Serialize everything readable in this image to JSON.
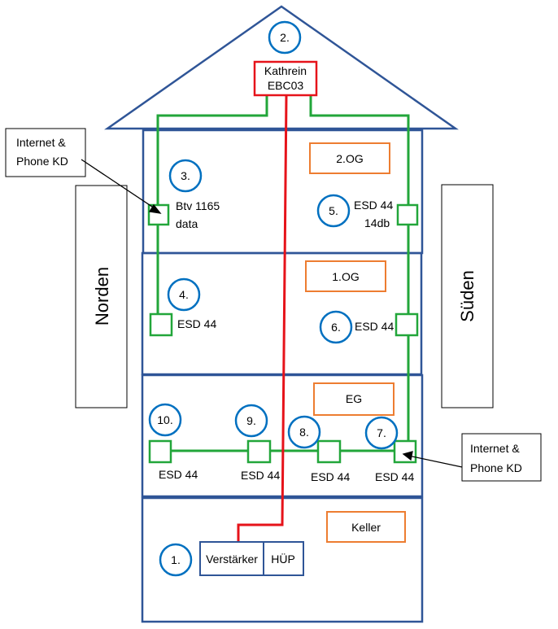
{
  "title": "",
  "colors": {
    "wall": "#2f5597",
    "roof": "#2f5597",
    "floor_box": "#ed7d31",
    "marker": "#0070c0",
    "cable_green": "#22a63a",
    "cable_red": "#e6131a",
    "kathrein_box": "#e6131a"
  },
  "roof_device": {
    "line1": "Kathrein",
    "line2": "EBC03"
  },
  "floors": {
    "og2": "2.OG",
    "og1": "1.OG",
    "eg": "EG",
    "keller": "Keller"
  },
  "sides": {
    "left": "Norden",
    "right": "Süden"
  },
  "markers": {
    "m1": "1.",
    "m2": "2.",
    "m3": "3.",
    "m4": "4.",
    "m5": "5.",
    "m6": "6.",
    "m7": "7.",
    "m8": "8.",
    "m9": "9.",
    "m10": "10."
  },
  "outlets": {
    "o3_line1": "Btv 1165",
    "o3_line2": "data",
    "o4": "ESD 44",
    "o5_line1": "ESD 44",
    "o5_line2": "14db",
    "o6": "ESD 44",
    "o7": "ESD 44",
    "o8": "ESD 44",
    "o9": "ESD 44",
    "o10": "ESD 44"
  },
  "cellar_devices": {
    "amplifier": "Verstärker",
    "hup": "HÜP"
  },
  "callouts": {
    "left_line1": "Internet &",
    "left_line2": "Phone  KD",
    "right_line1": "Internet &",
    "right_line2": "Phone  KD"
  }
}
